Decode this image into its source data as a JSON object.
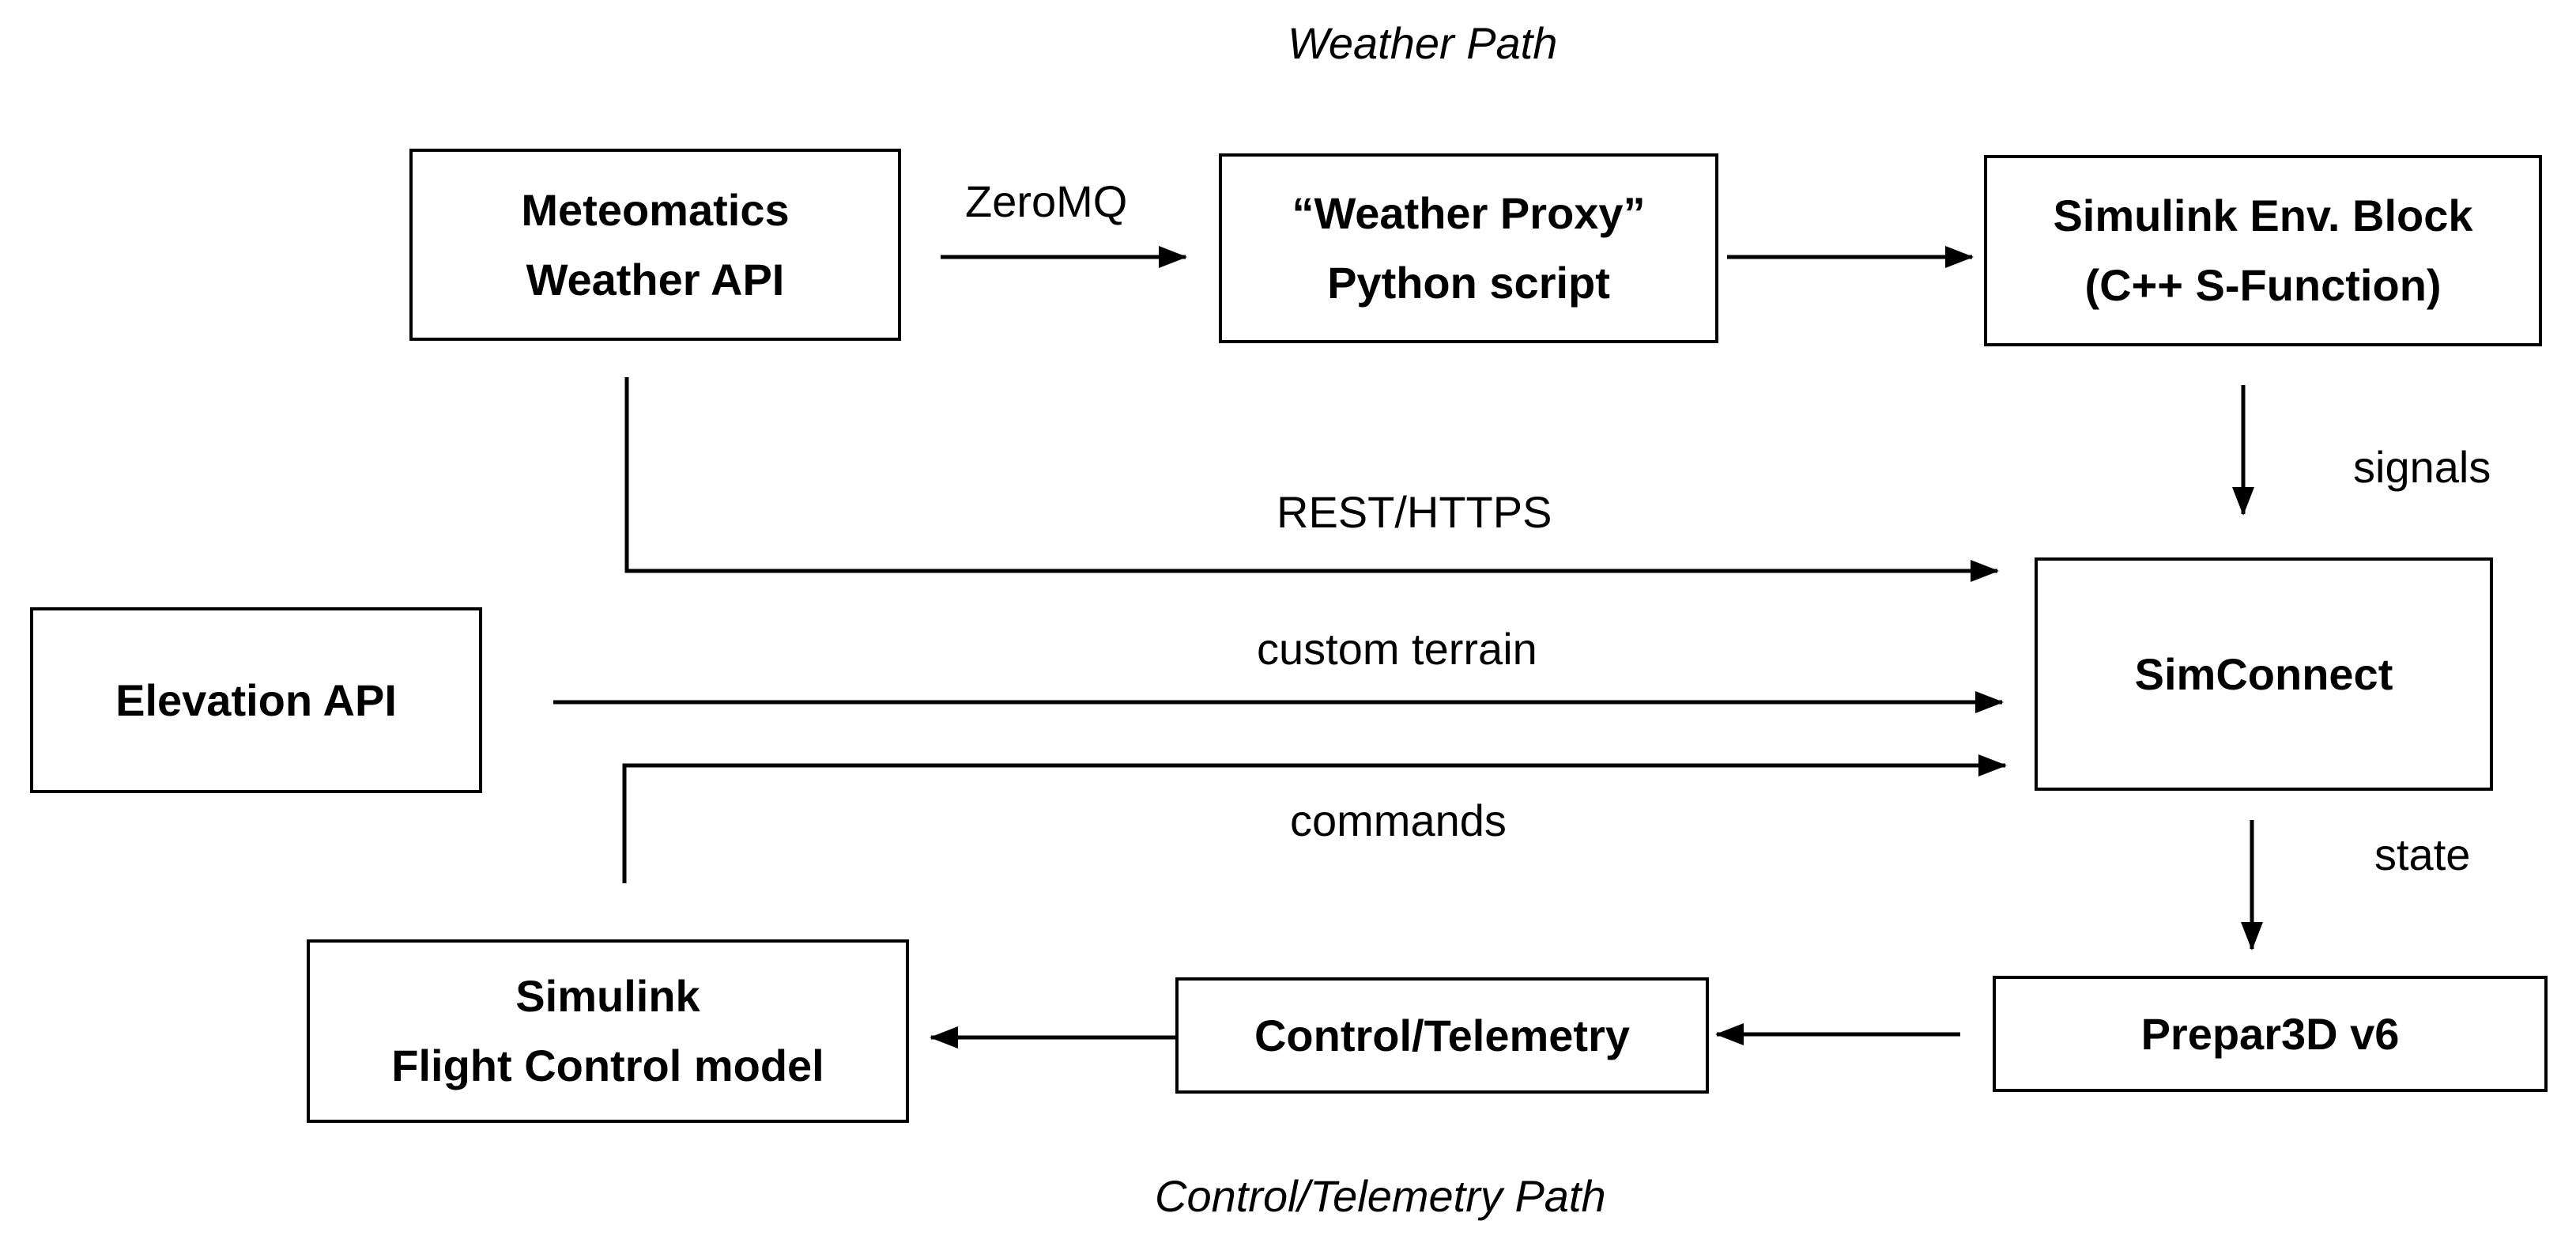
{
  "diagram": {
    "section_titles": {
      "weather_path": "Weather Path",
      "control_telemetry_path": "Control/Telemetry Path"
    },
    "nodes": {
      "meteomatics": {
        "line1": "Meteomatics",
        "line2": "Weather API"
      },
      "weather_proxy": {
        "line1": "“Weather Proxy”",
        "line2": "Python script"
      },
      "simulink_env": {
        "line1": "Simulink Env. Block",
        "line2": "(C++ S-Function)"
      },
      "simconnect": {
        "line1": "SimConnect"
      },
      "elevation": {
        "line1": "Elevation API"
      },
      "prepar3d": {
        "line1": "Prepar3D v6"
      },
      "control_telemetry": {
        "line1": "Control/Telemetry"
      },
      "flight_control": {
        "line1": "Simulink",
        "line2": "Flight Control model"
      }
    },
    "edge_labels": {
      "zeromq": "ZeroMQ",
      "rest_https": "REST/HTTPS",
      "custom_terrain": "custom terrain",
      "commands": "commands",
      "signals": "signals",
      "state": "state"
    },
    "colors": {
      "stroke": "#000000",
      "background": "#ffffff"
    }
  }
}
